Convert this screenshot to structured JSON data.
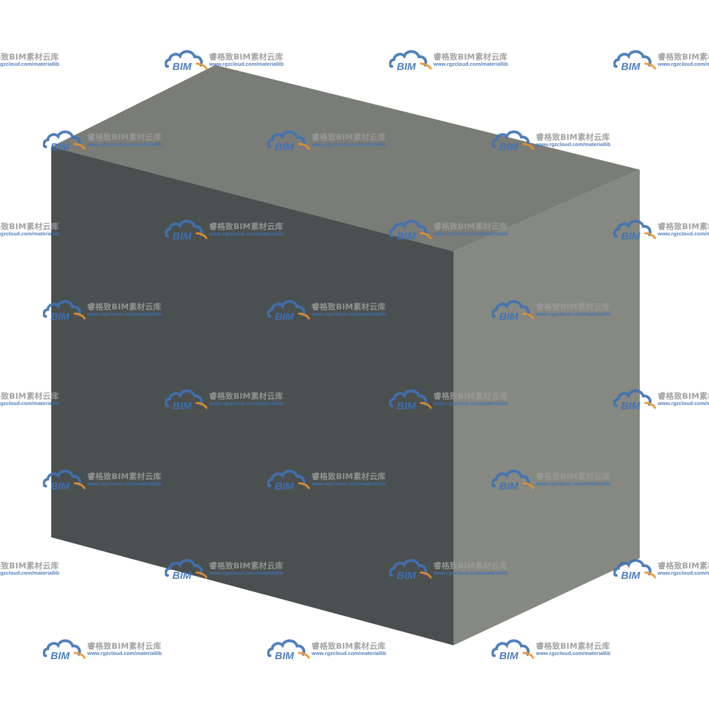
{
  "model": {
    "name": "box",
    "colors": {
      "front_face": "#4a4f4f",
      "top_face": "#7a7c78",
      "side_face": "#868882"
    }
  },
  "watermark": {
    "logo_text": "BIM",
    "title": "睿格致BIM素材云库",
    "url": "www.rgzcloud.com/materiallib",
    "colors": {
      "logo_blue": "#3f72b5",
      "logo_orange": "#e8912a",
      "text_gray": "#9a9a9a"
    }
  }
}
